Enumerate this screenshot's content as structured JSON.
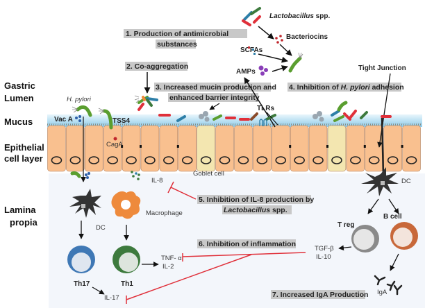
{
  "row_labels": {
    "gastric_lumen_1": "Gastric",
    "gastric_lumen_2": "Lumen",
    "mucus": "Mucus",
    "epithelial_1": "Epithelial",
    "epithelial_2": "cell layer",
    "lamina_1": "Lamina",
    "lamina_2": "propia"
  },
  "labels": {
    "lactobacillus_italic": "Lactobacillus",
    "lactobacillus_spp": " spp.",
    "bacteriocins": "Bacteriocins",
    "scfas": "SCFAs",
    "amps": "AMPs",
    "tight_junction": "Tight Junction",
    "h_pylori": "H. pylori",
    "vac_a": "Vac A",
    "tss4": "TSS4",
    "cag_a": "CagA",
    "tlrs": "TLRs",
    "goblet_cell": "Goblet cell",
    "il8": "IL-8",
    "dc_left": "DC",
    "dc_right": "DC",
    "macrophage": "Macrophage",
    "th17": "Th17",
    "th1": "Th1",
    "tnf_alpha": "TNF- α",
    "il2": "IL-2",
    "il17": "IL-17",
    "t_reg": "T reg",
    "b_cell": "B  cell",
    "tgf_beta": "TGF-β",
    "il10": "IL-10",
    "iga": "IgA"
  },
  "mechanisms": {
    "m1_line1": "1. Production of antimicrobial",
    "m1_line2": "substances",
    "m2": "2. Co-aggregation",
    "m3_line1": "3. Increased mucin production  and",
    "m3_line2": "enhanced barrier integrity",
    "m4_prefix": "4. Inhibition of ",
    "m4_italic": "H. pylori",
    "m4_suffix": " adhesion",
    "m5_line1": "5. Inhibition of IL-8 production  by",
    "m5_line2_italic": "Lactobacillus",
    "m5_line2_suffix": " spp.",
    "m6": "6. Inhibition of  inflammation",
    "m7": "7. Increased IgA Production"
  },
  "colors": {
    "mucus": "#bfe3f5",
    "epithelial_cell": "#f9c08f",
    "goblet_cell": "#f3e6b0",
    "lamina": "#f3f6fb",
    "inhibition": "#e0303a",
    "h_pylori": "#5a9e2f",
    "th17": "#3f78b5",
    "th1": "#3d7a3d",
    "treg": "#8a8a8a",
    "bcell": "#c8683a",
    "macrophage": "#ee8a3c",
    "dc": "#333333",
    "amps": "#8a3fb8",
    "bacteriocins": "#c0272d",
    "scfas": "#2e7fa8"
  }
}
